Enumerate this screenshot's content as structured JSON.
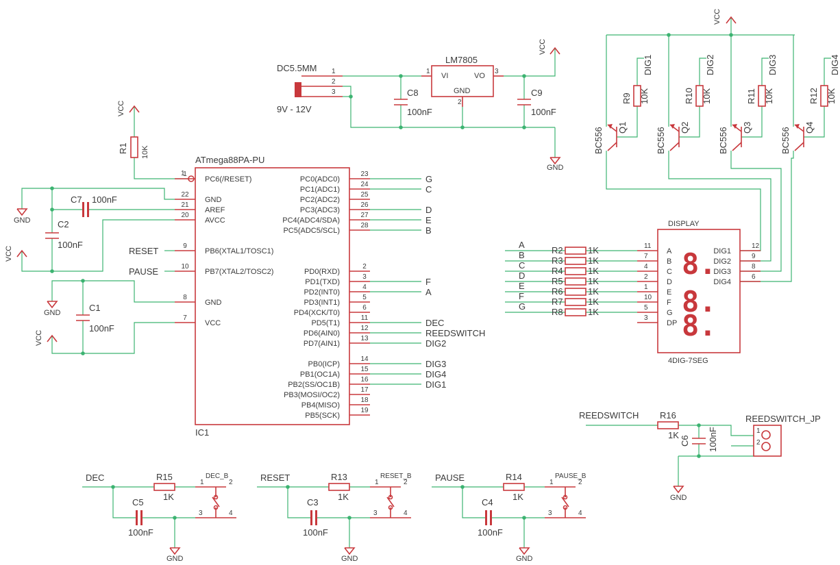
{
  "components": {
    "ic1": {
      "name": "IC1",
      "value": "ATmega88PA-PU",
      "left_pins": [
        {
          "num": "1",
          "label": "PC6(/RESET)"
        },
        {
          "num": "22",
          "label": "GND"
        },
        {
          "num": "21",
          "label": "AREF"
        },
        {
          "num": "20",
          "label": "AVCC"
        },
        {
          "num": "9",
          "label": "PB6(XTAL1/TOSC1)"
        },
        {
          "num": "10",
          "label": "PB7(XTAL2/TOSC2)"
        },
        {
          "num": "8",
          "label": "GND"
        },
        {
          "num": "7",
          "label": "VCC"
        }
      ],
      "right_pins": [
        {
          "num": "23",
          "label": "PC0(ADC0)",
          "net": "G"
        },
        {
          "num": "24",
          "label": "PC1(ADC1)",
          "net": "C"
        },
        {
          "num": "25",
          "label": "PC2(ADC2)",
          "net": ""
        },
        {
          "num": "26",
          "label": "PC3(ADC3)",
          "net": "D"
        },
        {
          "num": "27",
          "label": "PC4(ADC4/SDA)",
          "net": "E"
        },
        {
          "num": "28",
          "label": "PC5(ADC5/SCL)",
          "net": "B"
        },
        {
          "num": "2",
          "label": "PD0(RXD)",
          "net": ""
        },
        {
          "num": "3",
          "label": "PD1(TXD)",
          "net": "F"
        },
        {
          "num": "4",
          "label": "PD2(INT0)",
          "net": "A"
        },
        {
          "num": "5",
          "label": "PD3(INT1)",
          "net": ""
        },
        {
          "num": "6",
          "label": "PD4(XCK/T0)",
          "net": ""
        },
        {
          "num": "11",
          "label": "PD5(T1)",
          "net": "DEC"
        },
        {
          "num": "12",
          "label": "PD6(AIN0)",
          "net": "REEDSWITCH"
        },
        {
          "num": "13",
          "label": "PD7(AIN1)",
          "net": "DIG2"
        },
        {
          "num": "14",
          "label": "PB0(ICP)",
          "net": "DIG3"
        },
        {
          "num": "15",
          "label": "PB1(OC1A)",
          "net": "DIG4"
        },
        {
          "num": "16",
          "label": "PB2(SS/OC1B)",
          "net": "DIG1"
        },
        {
          "num": "17",
          "label": "PB3(MOSI/OC2)",
          "net": ""
        },
        {
          "num": "18",
          "label": "PB4(MISO)",
          "net": ""
        },
        {
          "num": "19",
          "label": "PB5(SCK)",
          "net": ""
        }
      ],
      "net_reset": "RESET",
      "net_pause": "PAUSE"
    },
    "reg": {
      "name": "LM7805",
      "vi": "VI",
      "vo": "VO",
      "gnd": "GND",
      "p1": "1",
      "p2": "2",
      "p3": "3"
    },
    "jack": {
      "name": "DC5.5MM",
      "value": "9V - 12V",
      "p1": "1",
      "p2": "2",
      "p3": "3"
    },
    "c8": {
      "name": "C8",
      "value": "100nF"
    },
    "c9": {
      "name": "C9",
      "value": "100nF"
    },
    "c7": {
      "name": "C7",
      "value": "100nF"
    },
    "c2": {
      "name": "C2",
      "value": "100nF"
    },
    "c1": {
      "name": "C1",
      "value": "100nF"
    },
    "r1": {
      "name": "R1",
      "value": "10K"
    },
    "transistors": [
      {
        "q": "Q1",
        "type": "BC556",
        "r": "R9",
        "rv": "10K",
        "dig": "DIG1"
      },
      {
        "q": "Q2",
        "type": "BC556",
        "r": "R10",
        "rv": "10K",
        "dig": "DIG2"
      },
      {
        "q": "Q3",
        "type": "BC556",
        "r": "R11",
        "rv": "10K",
        "dig": "DIG3"
      },
      {
        "q": "Q4",
        "type": "BC556",
        "r": "R12",
        "rv": "10K",
        "dig": "DIG4"
      }
    ],
    "display": {
      "title": "DISPLAY",
      "name": "4DIG-7SEG",
      "digit_glyph": "8.",
      "left_pins": [
        {
          "num": "11",
          "label": "A"
        },
        {
          "num": "7",
          "label": "B"
        },
        {
          "num": "4",
          "label": "C"
        },
        {
          "num": "2",
          "label": "D"
        },
        {
          "num": "1",
          "label": "E"
        },
        {
          "num": "10",
          "label": "F"
        },
        {
          "num": "5",
          "label": "G"
        },
        {
          "num": "3",
          "label": "DP"
        }
      ],
      "right_pins": [
        {
          "num": "12",
          "label": "DIG1"
        },
        {
          "num": "9",
          "label": "DIG2"
        },
        {
          "num": "8",
          "label": "DIG3"
        },
        {
          "num": "6",
          "label": "DIG4"
        }
      ]
    },
    "seg_resistors": [
      {
        "net": "A",
        "name": "R2",
        "value": "1K"
      },
      {
        "net": "B",
        "name": "R3",
        "value": "1K"
      },
      {
        "net": "C",
        "name": "R4",
        "value": "1K"
      },
      {
        "net": "D",
        "name": "R5",
        "value": "1K"
      },
      {
        "net": "E",
        "name": "R6",
        "value": "1K"
      },
      {
        "net": "F",
        "name": "R7",
        "value": "1K"
      },
      {
        "net": "G",
        "name": "R8",
        "value": "1K"
      }
    ],
    "reed": {
      "net": "REEDSWITCH",
      "r": "R16",
      "rv": "1K",
      "c": "C6",
      "cv": "100nF",
      "jp": "REEDSWITCH_JP",
      "p1": "1",
      "p2": "2"
    },
    "buttons": [
      {
        "net": "DEC",
        "r": "R15",
        "rv": "1K",
        "c": "C5",
        "cv": "100nF",
        "sw": "DEC_B"
      },
      {
        "net": "RESET",
        "r": "R13",
        "rv": "1K",
        "c": "C3",
        "cv": "100nF",
        "sw": "RESET_B"
      },
      {
        "net": "PAUSE",
        "r": "R14",
        "rv": "1K",
        "c": "C4",
        "cv": "100nF",
        "sw": "PAUSE_B"
      }
    ],
    "button_pins": [
      "1",
      "2",
      "3",
      "4"
    ]
  },
  "supply": {
    "vcc": "VCC",
    "gnd": "GND"
  },
  "colors": {
    "part": "#c8383c",
    "wire": "#3cb371",
    "text": "#3a3a3a"
  }
}
